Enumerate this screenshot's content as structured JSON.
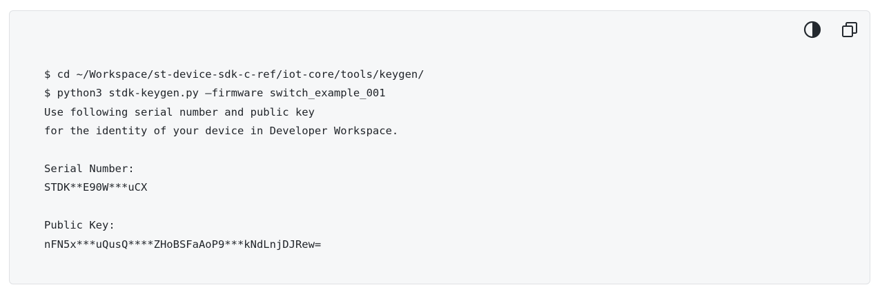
{
  "toolbar": {
    "theme_icon": "contrast-icon",
    "copy_icon": "copy-icon"
  },
  "code": {
    "lines": [
      "$ cd ~/Workspace/st-device-sdk-c-ref/iot-core/tools/keygen/",
      "$ python3 stdk-keygen.py –firmware switch_example_001",
      "Use following serial number and public key",
      "for the identity of your device in Developer Workspace.",
      "",
      "Serial Number:",
      "STDK**E90W***uCX",
      "",
      "Public Key:",
      "nFN5x***uQusQ****ZHoBSFaAoP9***kNdLnjDJRew="
    ]
  }
}
